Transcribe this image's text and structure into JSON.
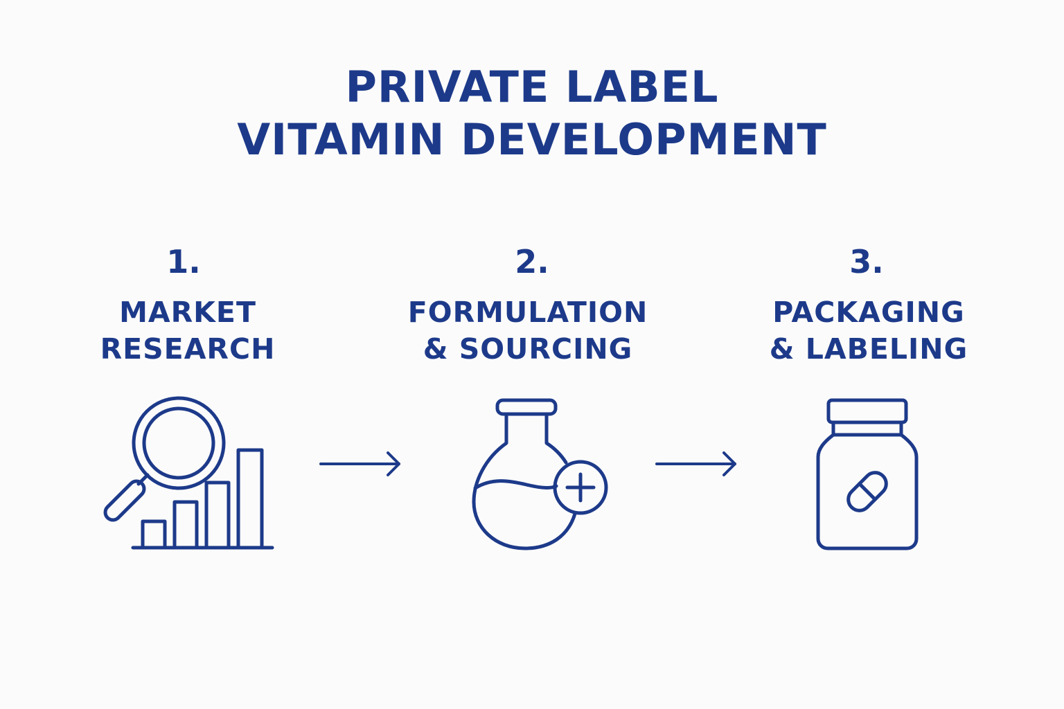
{
  "title": {
    "line1": "PRIVATE LABEL",
    "line2": "VITAMIN DEVELOPMENT"
  },
  "steps": [
    {
      "number": "1.",
      "label_line1": "MARKET",
      "label_line2": "RESEARCH",
      "icon": "magnifier-bar-chart-icon"
    },
    {
      "number": "2.",
      "label_line1": "FORMULATION",
      "label_line2": "& SOURCING",
      "icon": "flask-plus-icon"
    },
    {
      "number": "3.",
      "label_line1": "PACKAGING",
      "label_line2": "& LABELING",
      "icon": "pill-bottle-icon"
    }
  ],
  "colors": {
    "primary": "#1d3a8a",
    "background": "#fbfbfb"
  }
}
